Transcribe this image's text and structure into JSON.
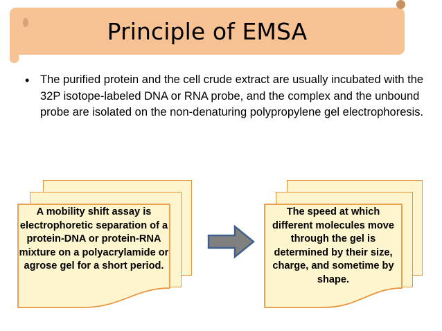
{
  "slide": {
    "title": "Principle of EMSA",
    "bullet_marker": "•",
    "bullet_text": "The purified protein and the cell crude extract are usually incubated with the 32P isotope-labeled DNA or RNA probe, and the complex and the unbound probe are isolated on the non-denaturing polypropylene gel electrophoresis.",
    "left_card": {
      "text": "A mobility shift assay is electrophoretic separation of a protein-DNA or protein-RNA mixture on a polyacrylamide or agrose gel for a short period."
    },
    "right_card": {
      "text": "The speed at which different molecules move through the gel is determined by their size, charge, and sometime by shape."
    },
    "arrow": {
      "icon": "right-arrow-icon",
      "fill_color": "#808080",
      "stroke_color": "#3F5E8C"
    },
    "colors": {
      "banner_fill": "#F6C294",
      "banner_accent": "#C89161",
      "card_fill": "#FCF5CE",
      "card_border": "#E8923C",
      "text": "#000000",
      "background": "#FFFFFF"
    }
  }
}
